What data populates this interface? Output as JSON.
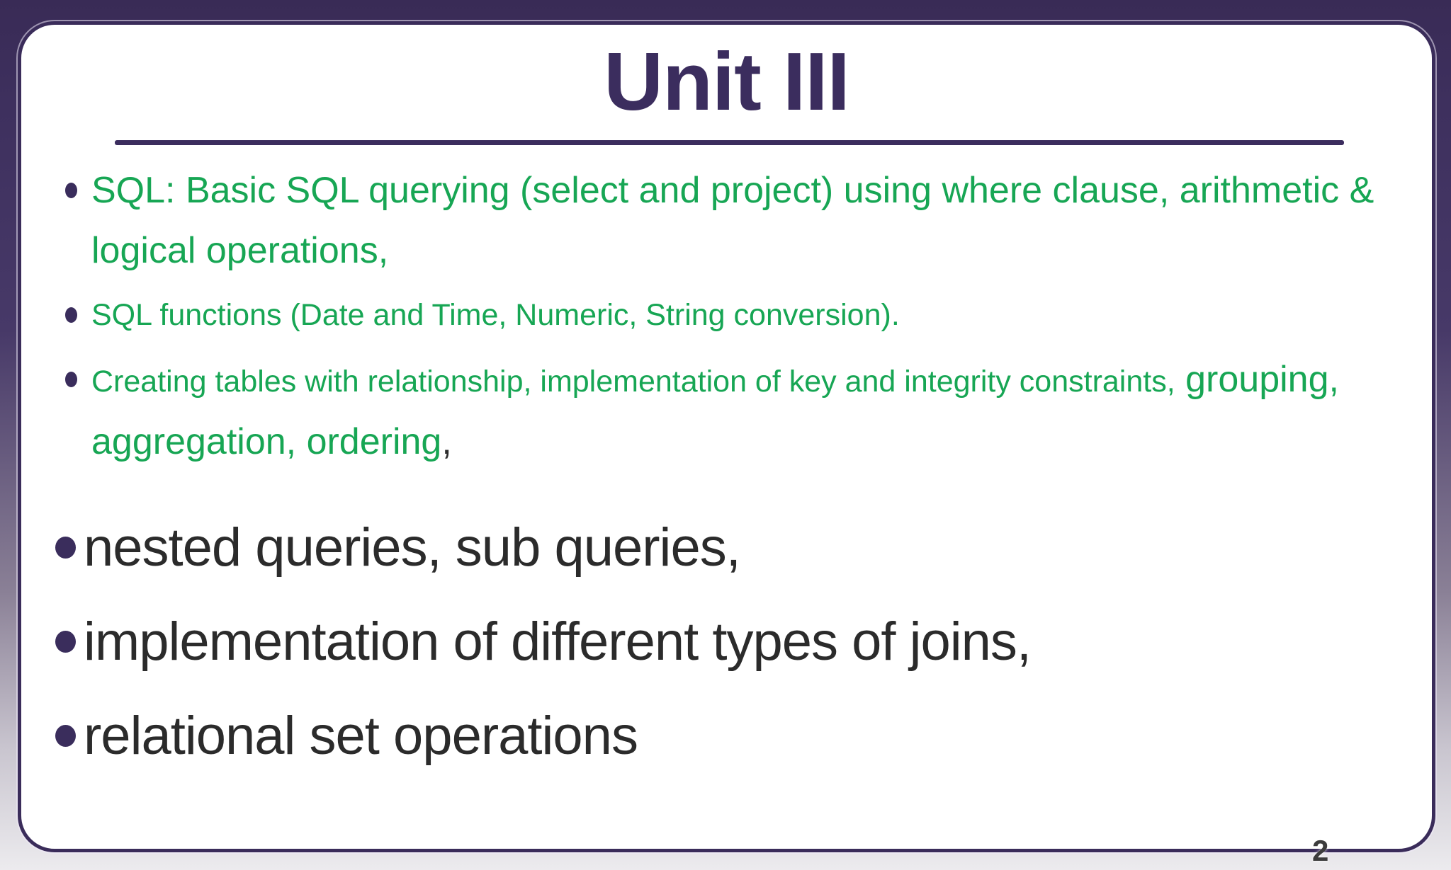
{
  "slide": {
    "title": "Unit III",
    "page_number": "2",
    "colors": {
      "accent_purple": "#3B2D5E",
      "green_text": "#17A654",
      "dark_text": "#2B2B2B",
      "card_background": "#FFFFFF",
      "background_top": "#392B56",
      "background_bottom": "#ECEBEE"
    },
    "green_bullets": {
      "b1": "SQL: Basic SQL querying (select and project) using where clause, arithmetic & logical operations,",
      "b2": "SQL functions (Date and Time, Numeric, String conversion).",
      "b3_part1": "Creating tables with relationship, implementation of key and integrity constraints,",
      "b3_part2": " grouping, aggregation, ordering",
      "b3_part3": ","
    },
    "dark_bullets": [
      "nested queries, sub queries,",
      "implementation of different types of joins,",
      "relational set operations"
    ]
  }
}
